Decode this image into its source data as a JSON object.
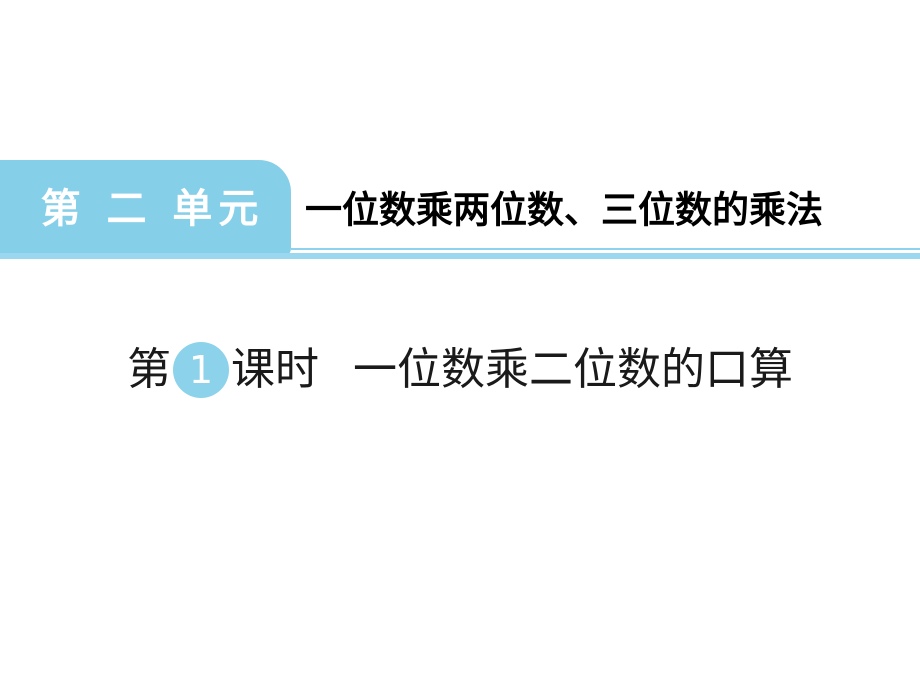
{
  "slide": {
    "background_color": "#ffffff",
    "accent_color": "#86CFE8",
    "rule_color": "#9BD8EF",
    "text_color": "#000000"
  },
  "header": {
    "unit_badge_label": "第 二 单元",
    "unit_title": "一位数乘两位数、三位数的乘法"
  },
  "lesson": {
    "prefix": "第",
    "number": "1",
    "suffix": "课时",
    "topic": "一位数乘二位数的口算"
  }
}
